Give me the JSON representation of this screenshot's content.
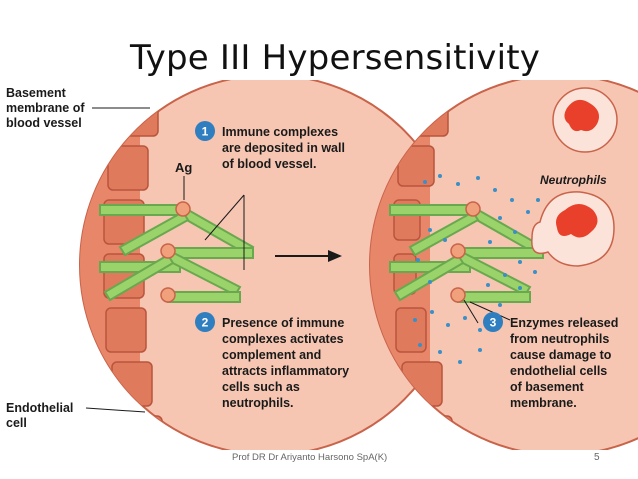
{
  "slide": {
    "title": "Type III Hypersensitivity",
    "footer": "Prof DR Dr Ariyanto Harsono SpA(K)",
    "page_number": "5"
  },
  "labels": {
    "basement_membrane": [
      "Basement",
      "membrane of",
      "blood vessel"
    ],
    "antigen": "Ag",
    "neutrophils": "Neutrophils",
    "endothelial_cell": [
      "Endothelial",
      "cell"
    ]
  },
  "steps": [
    {
      "number": "1",
      "lines": [
        "Immune complexes",
        "are deposited in wall",
        "of blood vessel."
      ]
    },
    {
      "number": "2",
      "lines": [
        "Presence of immune",
        "complexes activates",
        "complement and",
        "attracts inflammatory",
        "cells such as",
        "neutrophils."
      ]
    },
    {
      "number": "3",
      "lines": [
        "Enzymes released",
        "from neutrophils",
        "cause damage to",
        "endothelial cells",
        "of basement",
        "membrane."
      ]
    }
  ],
  "colors": {
    "vessel_wall": "#e8866a",
    "vessel_wall_dark": "#c9634a",
    "vessel_interior": "#f6c6b2",
    "complex_green": "#9bd36b",
    "antigen_orange": "#f0a07a",
    "step_badge": "#2f7fc0",
    "enzyme_dots": "#3b8fc7",
    "neutrophil_nucleus": "#e8402a"
  }
}
